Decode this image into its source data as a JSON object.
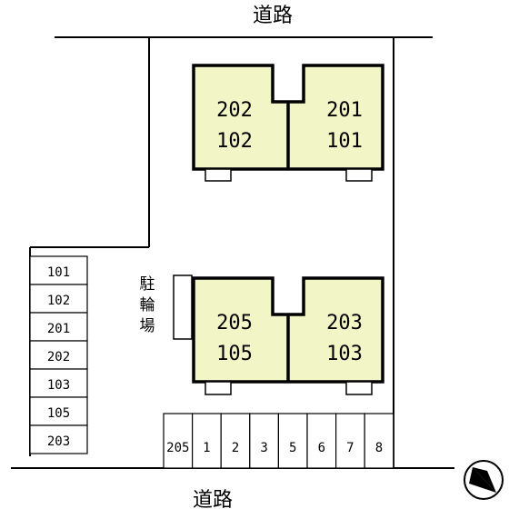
{
  "road_labels": {
    "top": "道路",
    "bottom": "道路"
  },
  "bike_parking": [
    "駐",
    "輪",
    "場"
  ],
  "buildings": [
    {
      "units": [
        {
          "upper": "202",
          "lower": "102"
        },
        {
          "upper": "201",
          "lower": "101"
        }
      ]
    },
    {
      "units": [
        {
          "upper": "205",
          "lower": "105"
        },
        {
          "upper": "203",
          "lower": "103"
        }
      ]
    }
  ],
  "mailboxes": [
    "101",
    "102",
    "201",
    "202",
    "103",
    "105",
    "203"
  ],
  "parking_spaces": [
    "205",
    "1",
    "2",
    "3",
    "5",
    "6",
    "7",
    "8"
  ],
  "compass": {
    "icon": "north-arrow-icon"
  },
  "colors": {
    "building_fill": "#f2f5c6",
    "line": "#000000"
  }
}
